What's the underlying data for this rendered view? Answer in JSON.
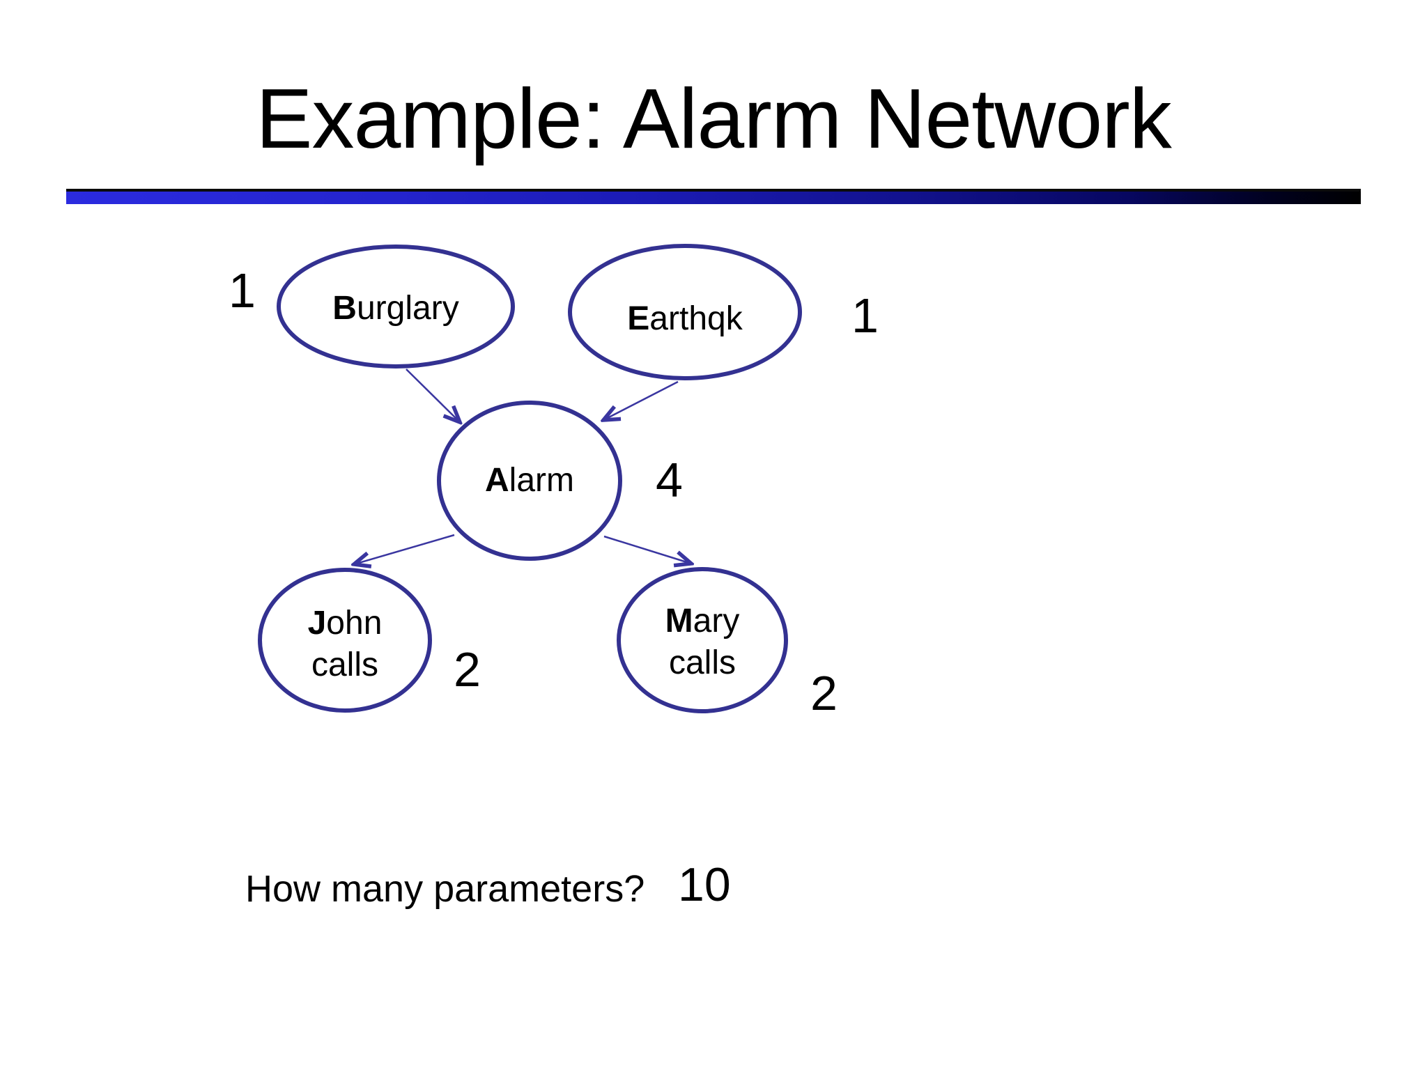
{
  "title": "Example: Alarm Network",
  "nodes": [
    {
      "id": "burglary",
      "label_bold": "B",
      "label_rest": "urglary",
      "param_count": "1"
    },
    {
      "id": "earthqk",
      "label_bold": "E",
      "label_rest": "arthqk",
      "param_count": "1"
    },
    {
      "id": "alarm",
      "label_bold": "A",
      "label_rest": "larm",
      "param_count": "4"
    },
    {
      "id": "johncalls",
      "label_bold": "J",
      "label_rest": "ohn",
      "label_line2": "calls",
      "param_count": "2"
    },
    {
      "id": "marycalls",
      "label_bold": "M",
      "label_rest": "ary",
      "label_line2": "calls",
      "param_count": "2"
    }
  ],
  "edges": [
    {
      "from": "Burglary",
      "to": "Alarm"
    },
    {
      "from": "Earthqk",
      "to": "Alarm"
    },
    {
      "from": "Alarm",
      "to": "John calls"
    },
    {
      "from": "Alarm",
      "to": "Mary calls"
    }
  ],
  "question": {
    "text": "How many parameters?",
    "answer": "10"
  },
  "colors": {
    "background": "#ffffff",
    "text": "#000000",
    "node_stroke": "#333191",
    "arrow": "#3a36a0",
    "rule_gradient_left": "#2b2bdf",
    "rule_gradient_right": "#000000"
  }
}
